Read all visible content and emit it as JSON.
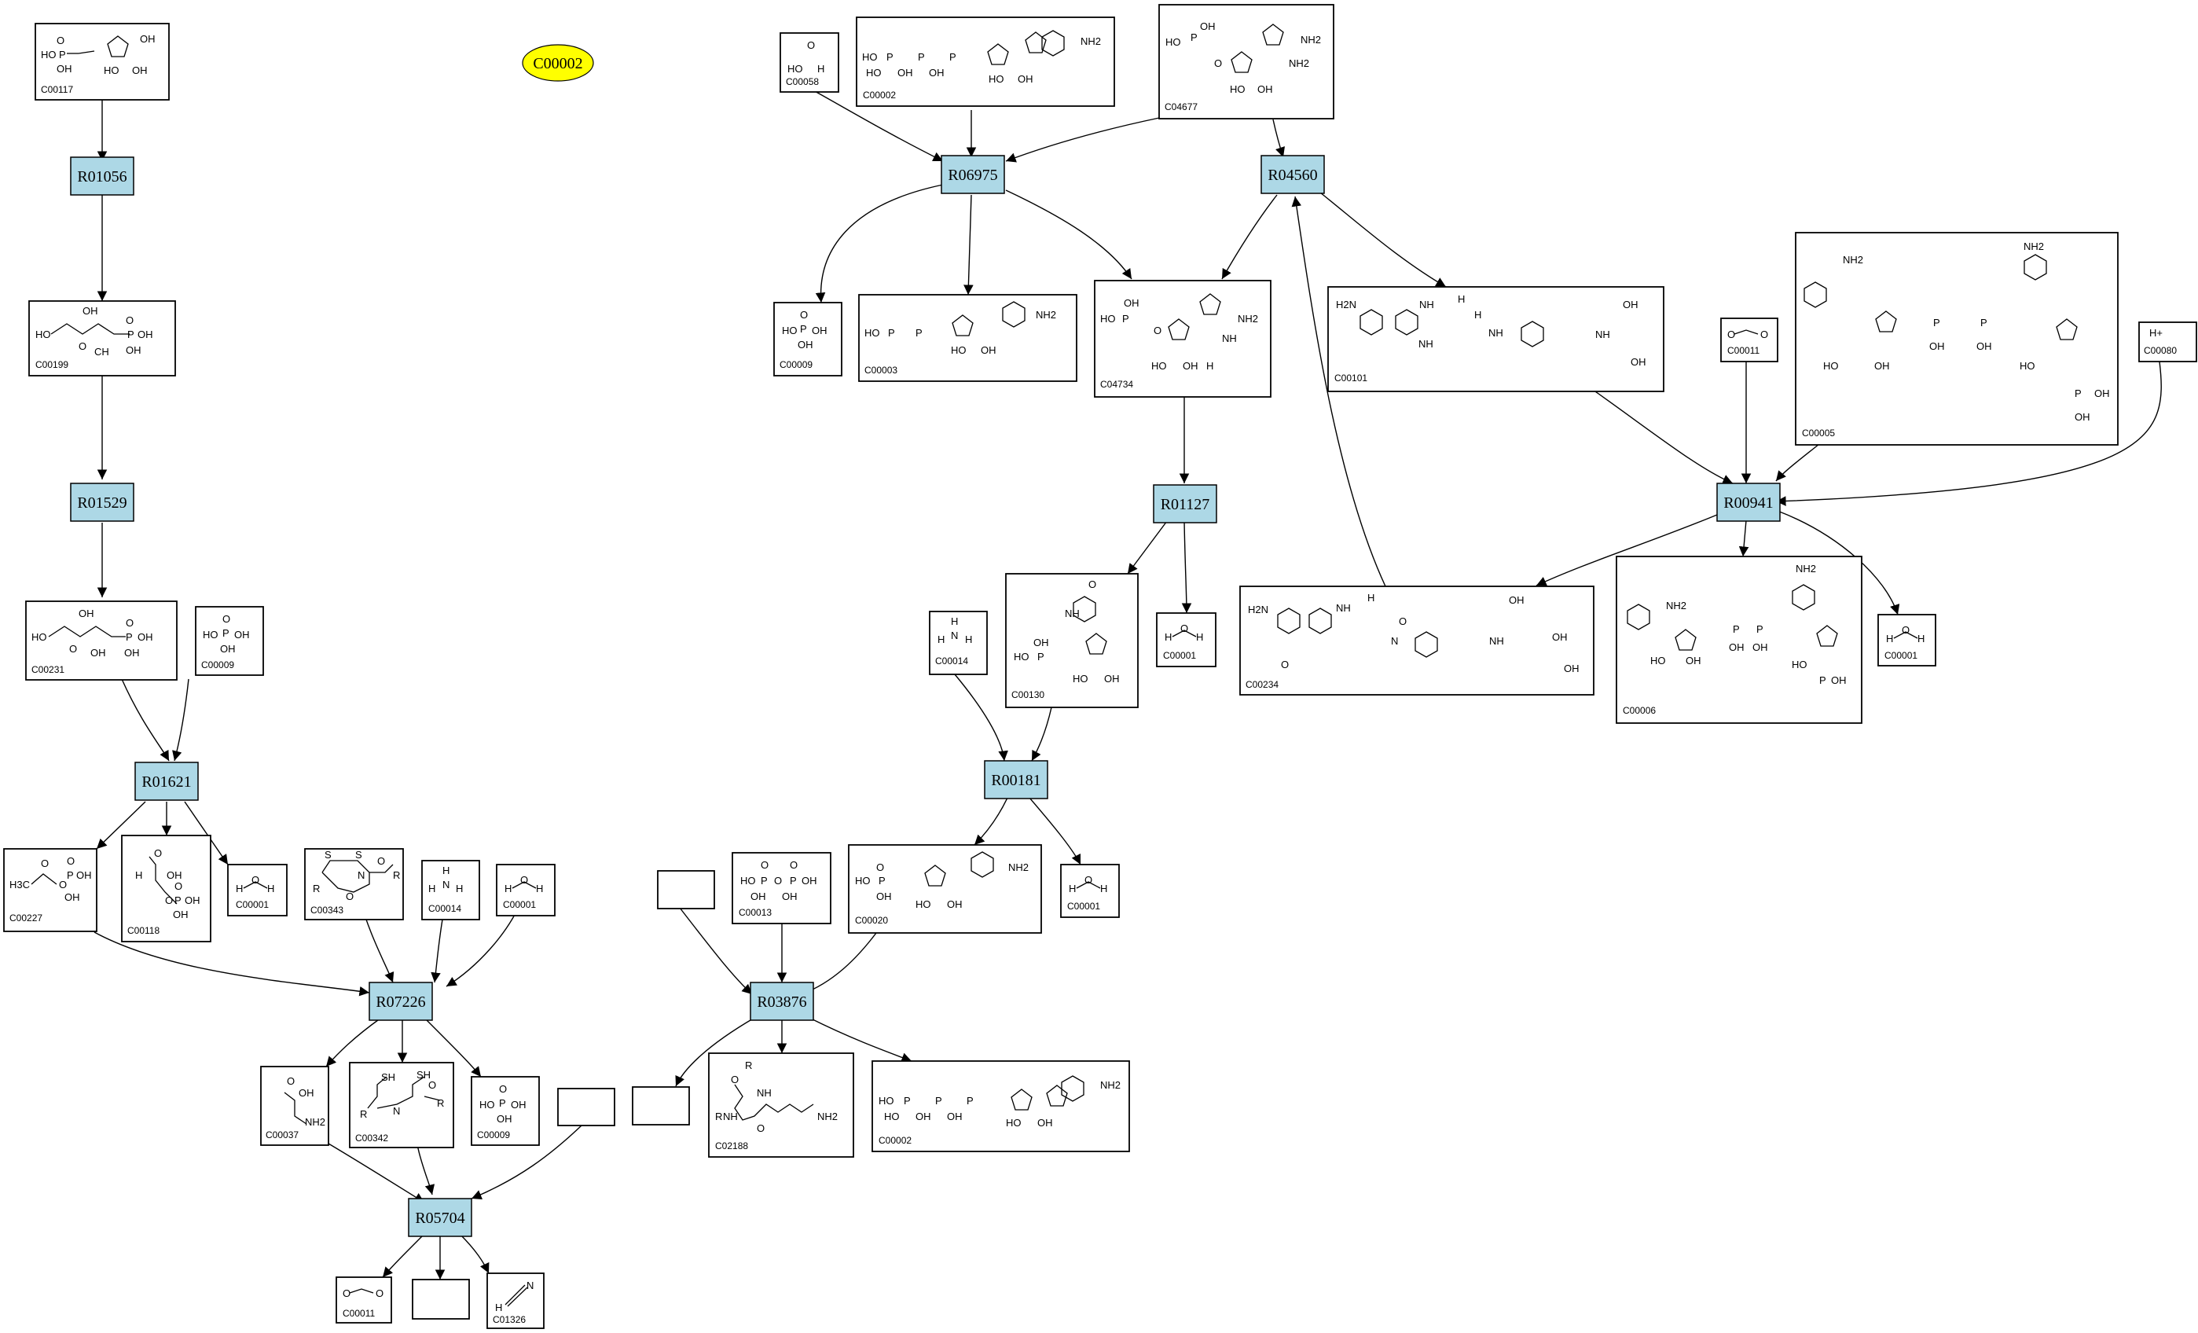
{
  "central_compound": "C00002",
  "reactions": [
    "R01056",
    "R01529",
    "R01621",
    "R07226",
    "R05704",
    "R06975",
    "R04560",
    "R01127",
    "R00181",
    "R03876",
    "R00941"
  ],
  "compounds": {
    "c00117": "C00117",
    "c00199": "C00199",
    "c00231": "C00231",
    "c00009a": "C00009",
    "c00227": "C00227",
    "c00118": "C00118",
    "c00001a": "C00001",
    "c00343": "C00343",
    "c00014a": "C00014",
    "c00001b": "C00001",
    "c00037": "C00037",
    "c00342": "C00342",
    "c00009b": "C00009",
    "c00011a": "C00011",
    "c01326": "C01326",
    "c00058": "C00058",
    "c00002a": "C00002",
    "c04677": "C04677",
    "c00009c": "C00009",
    "c00003": "C00003",
    "c04734": "C04734",
    "c00101": "C00101",
    "c00011b": "C00011",
    "c00005": "C00005",
    "c00080": "C00080",
    "c00001c": "C00001",
    "c00130": "C00130",
    "c00234": "C00234",
    "c00006": "C00006",
    "c00001d": "C00001",
    "c00014b": "C00014",
    "c00020": "C00020",
    "c00001e": "C00001",
    "c00013": "C00013",
    "c02188": "C02188",
    "c00002b": "C00002"
  },
  "atom_labels": {
    "oh": "OH",
    "ho": "HO",
    "p": "P",
    "o": "O",
    "nh2": "NH2",
    "n": "N",
    "nh": "NH",
    "h": "H",
    "r": "R",
    "s": "S",
    "sh": "SH",
    "ch": "CH",
    "h3c": "H3C",
    "hplus": "H+",
    "h2n": "H2N"
  }
}
